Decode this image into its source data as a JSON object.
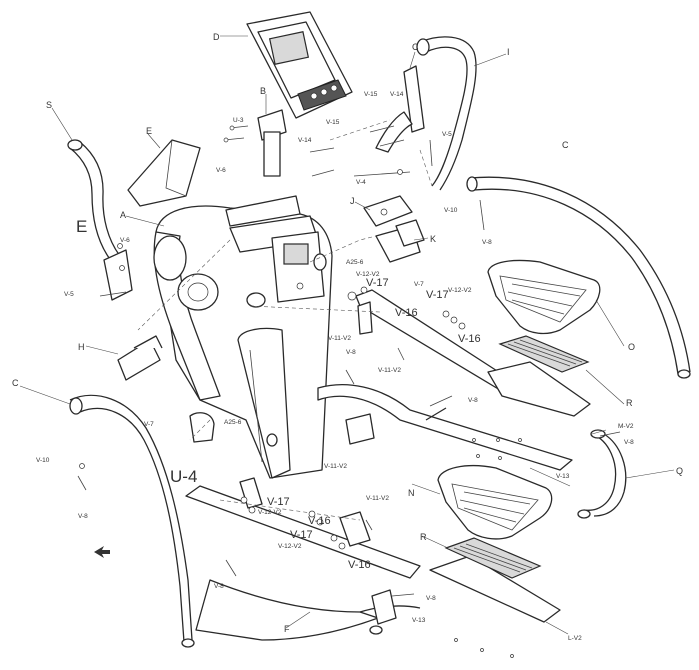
{
  "labels": {
    "D": "D",
    "C": "C",
    "I": "I",
    "S": "S",
    "B": "B",
    "E": "E",
    "A": "A",
    "J": "J",
    "K": "K",
    "H": "H",
    "O": "O",
    "R": "R",
    "N": "N",
    "G": "G",
    "Q": "Q",
    "F": "F",
    "E_big": "E",
    "U3": "U-3",
    "U4": "U-4",
    "V6a": "V-6",
    "V6b": "V-6",
    "V5a": "V-5",
    "V5b": "V-5",
    "V5c": "V-5",
    "V14a": "V-14",
    "V14b": "V-14",
    "V15a": "V-15",
    "V15b": "V-15",
    "V4": "V-4",
    "V10a": "V-10",
    "V10b": "V-10",
    "V8a": "V-8",
    "V8b": "V-8",
    "V8c": "V-8",
    "V8d": "V-8",
    "V8e": "V-8",
    "V8f": "V-8",
    "V8g": "V-8",
    "V7a": "V-7",
    "V7b": "V-7",
    "V17a": "V-17",
    "V17b": "V-17",
    "V17c": "V-17",
    "V17d": "V-17",
    "V16a": "V-16",
    "V16b": "V-16",
    "V16c": "V-16",
    "V16d": "V-16",
    "V11V2a": "V-11-V2",
    "V11V2b": "V-11-V2",
    "V11V2c": "V-11-V2",
    "V11V2d": "V-11-V2",
    "V12V2a": "V-12-V2",
    "V12V2b": "V-12-V2",
    "V12V2c": "V-12-V2",
    "V12V2d": "V-12-V2",
    "V13a": "V-13",
    "V13b": "V-13",
    "A256a": "A25-6",
    "A256b": "A25-6",
    "MV2": "M-V2",
    "LV2": "L-V2"
  },
  "icons": [
    "pointer-arrow-icon"
  ]
}
